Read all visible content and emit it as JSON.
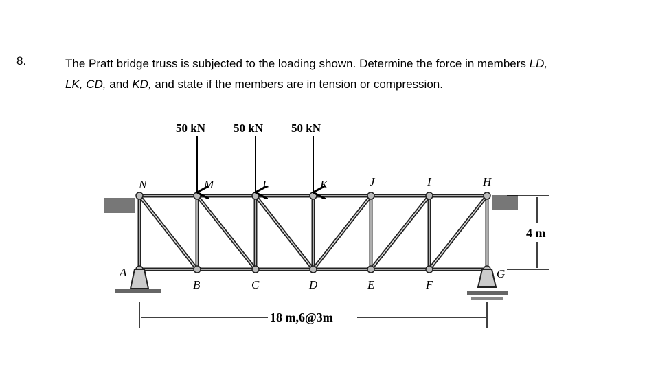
{
  "problem": {
    "number": "8.",
    "line1_pre": "The Pratt bridge truss is subjected to the loading shown. Determine the force in members ",
    "line1_it": "LD,",
    "line2_it1": "LK, CD,",
    "line2_mid": " and ",
    "line2_it2": "KD,",
    "line2_post": " and state if the members are in tension or compression."
  },
  "figure": {
    "loads": [
      "50 kN",
      "50 kN",
      "50 kN"
    ],
    "top_nodes": [
      "N",
      "M",
      "L",
      "K",
      "J",
      "I",
      "H"
    ],
    "bottom_nodes": [
      "A",
      "B",
      "C",
      "D",
      "E",
      "F",
      "G"
    ],
    "span_label": "18 m,6@3m",
    "height_label": "4 m"
  }
}
